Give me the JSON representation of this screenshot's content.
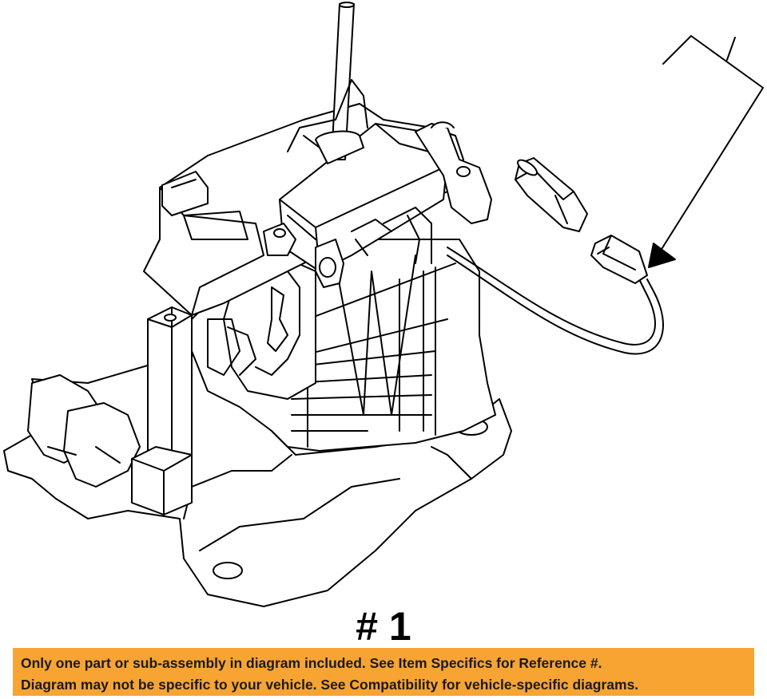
{
  "diagram": {
    "callout_label": "# 1"
  },
  "notice": {
    "line1": "Only one part or sub-assembly in diagram included. See Item Specifics for Reference #.",
    "line2": "Diagram may not be specific to your vehicle. See Compatibility for vehicle-specific diagrams."
  },
  "colors": {
    "notice_background": "#f7a433",
    "line_art": "#000000"
  }
}
